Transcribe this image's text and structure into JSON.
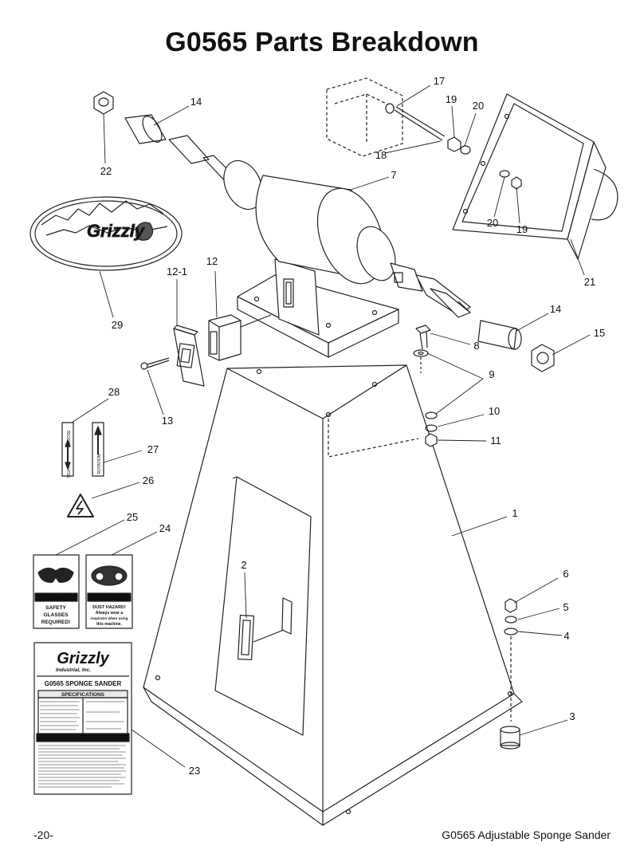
{
  "page": {
    "title": "G0565 Parts Breakdown",
    "page_number": "-20-",
    "manual_title": "G0565 Adjustable Sponge Sander"
  },
  "callouts": {
    "c1": "1",
    "c2": "2",
    "c3": "3",
    "c4": "4",
    "c5": "5",
    "c6": "6",
    "c7": "7",
    "c8": "8",
    "c9": "9",
    "c10": "10",
    "c11": "11",
    "c12": "12",
    "c12_1": "12-1",
    "c13": "13",
    "c14a": "14",
    "c14b": "14",
    "c15": "15",
    "c17": "17",
    "c18": "18",
    "c19a": "19",
    "c19b": "19",
    "c20a": "20",
    "c20b": "20",
    "c21": "21",
    "c22": "22",
    "c23": "23",
    "c24": "24",
    "c25": "25",
    "c26": "26",
    "c27": "27",
    "c28": "28",
    "c29": "29"
  },
  "labels": {
    "logo_text": "Grizzly",
    "tight_loose_tight": "TIGHT",
    "tight_loose_loose": "LOOSE",
    "rotation": "ROTATION",
    "glasses_warning": "WARNING!",
    "glasses_line1": "SAFETY",
    "glasses_line2": "GLASSES",
    "glasses_line3": "REQUIRED!",
    "dust_caution": "CAUTION",
    "dust_line1": "DUST HAZARD!",
    "dust_line2": "Always wear a",
    "dust_line3": "respirator when using",
    "dust_line4": "this machine.",
    "id_brand": "Grizzly",
    "id_brand_sub": "Industrial, Inc.",
    "id_model": "G0565 SPONGE SANDER",
    "id_specs": "SPECIFICATIONS",
    "id_warning": "WARNING!"
  }
}
